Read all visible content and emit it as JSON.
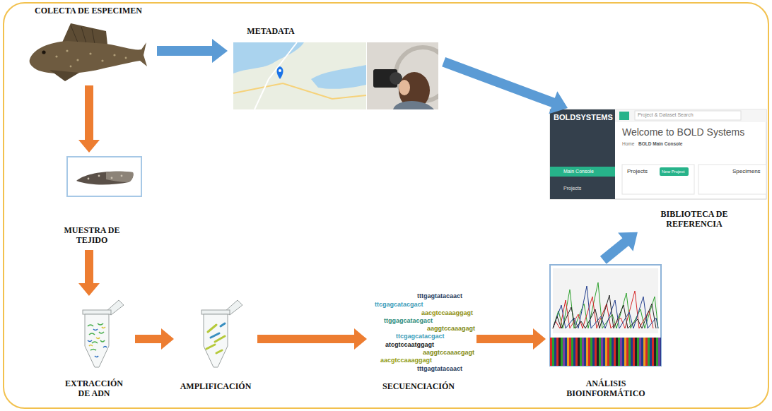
{
  "diagram": {
    "nodes": [
      {
        "text": [
          "COLECTA DE ESPECIMEN"
        ]
      },
      {
        "text": [
          "METADATA"
        ]
      },
      {
        "text": [
          "BIBLIOTECA DE REFERENCIA"
        ]
      },
      {
        "text": [
          "MUESTRA DE TEJIDO"
        ]
      },
      {
        "text": [
          "EXTRACCIÓN DE ADN"
        ]
      },
      {
        "text": [
          "AMPLIFICACIÓN"
        ]
      },
      {
        "text": [
          "SECUENCIACIÓN"
        ]
      },
      {
        "text": [
          "ANÁLISIS BIOINFORMÁTICO"
        ]
      }
    ],
    "edges": [
      {
        "from": 0,
        "to": 1,
        "arrow": "to"
      },
      {
        "from": 1,
        "to": 2,
        "arrow": "to"
      },
      {
        "from": 0,
        "to": 3,
        "arrow": "to"
      },
      {
        "from": 3,
        "to": 4,
        "arrow": "to"
      },
      {
        "from": 4,
        "to": 5,
        "arrow": "to"
      },
      {
        "from": 5,
        "to": 6,
        "arrow": "to"
      },
      {
        "from": 6,
        "to": 7,
        "arrow": "to"
      },
      {
        "from": 7,
        "to": 2,
        "arrow": "to"
      }
    ],
    "labels": [
      "BOLDSYSTEMS",
      "Project & Dataset Search",
      "Welcome to BOLD Systems",
      "Home",
      "BOLD Main Console",
      "Main Console",
      "Projects",
      "Projects",
      "New Project",
      "Specimens",
      "tttgagtatacaact",
      "ttcgagcatacgact",
      "aacgtccaaaggagt",
      "ttggagcatacgact",
      "aaggtccaaagagt",
      "ttcgagcatacgact",
      "atcgtccaatggagt",
      "aaggtccaaacgagt",
      "aacgtccaaaggagt",
      "tttgagtatacaact"
    ]
  }
}
